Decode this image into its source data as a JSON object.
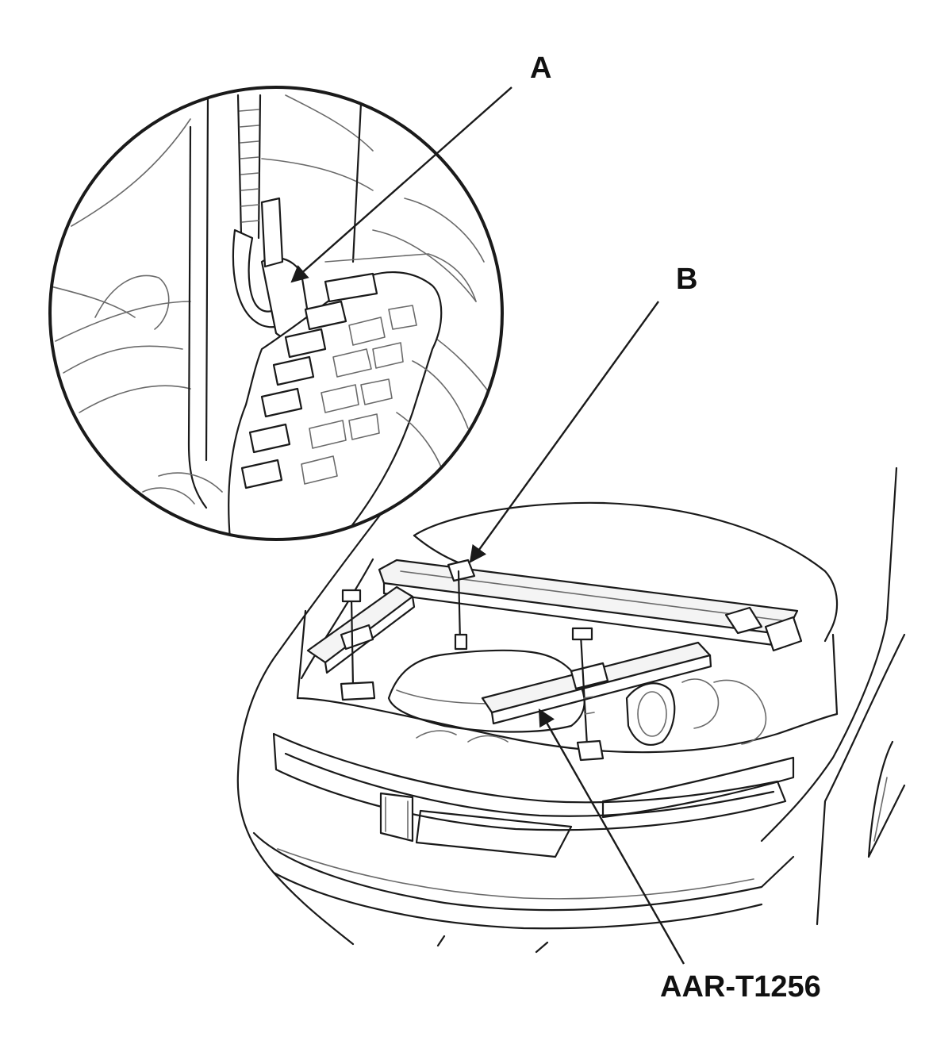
{
  "callouts": {
    "a": "A",
    "b": "B"
  },
  "tool": {
    "name": "AAR-T1256"
  }
}
